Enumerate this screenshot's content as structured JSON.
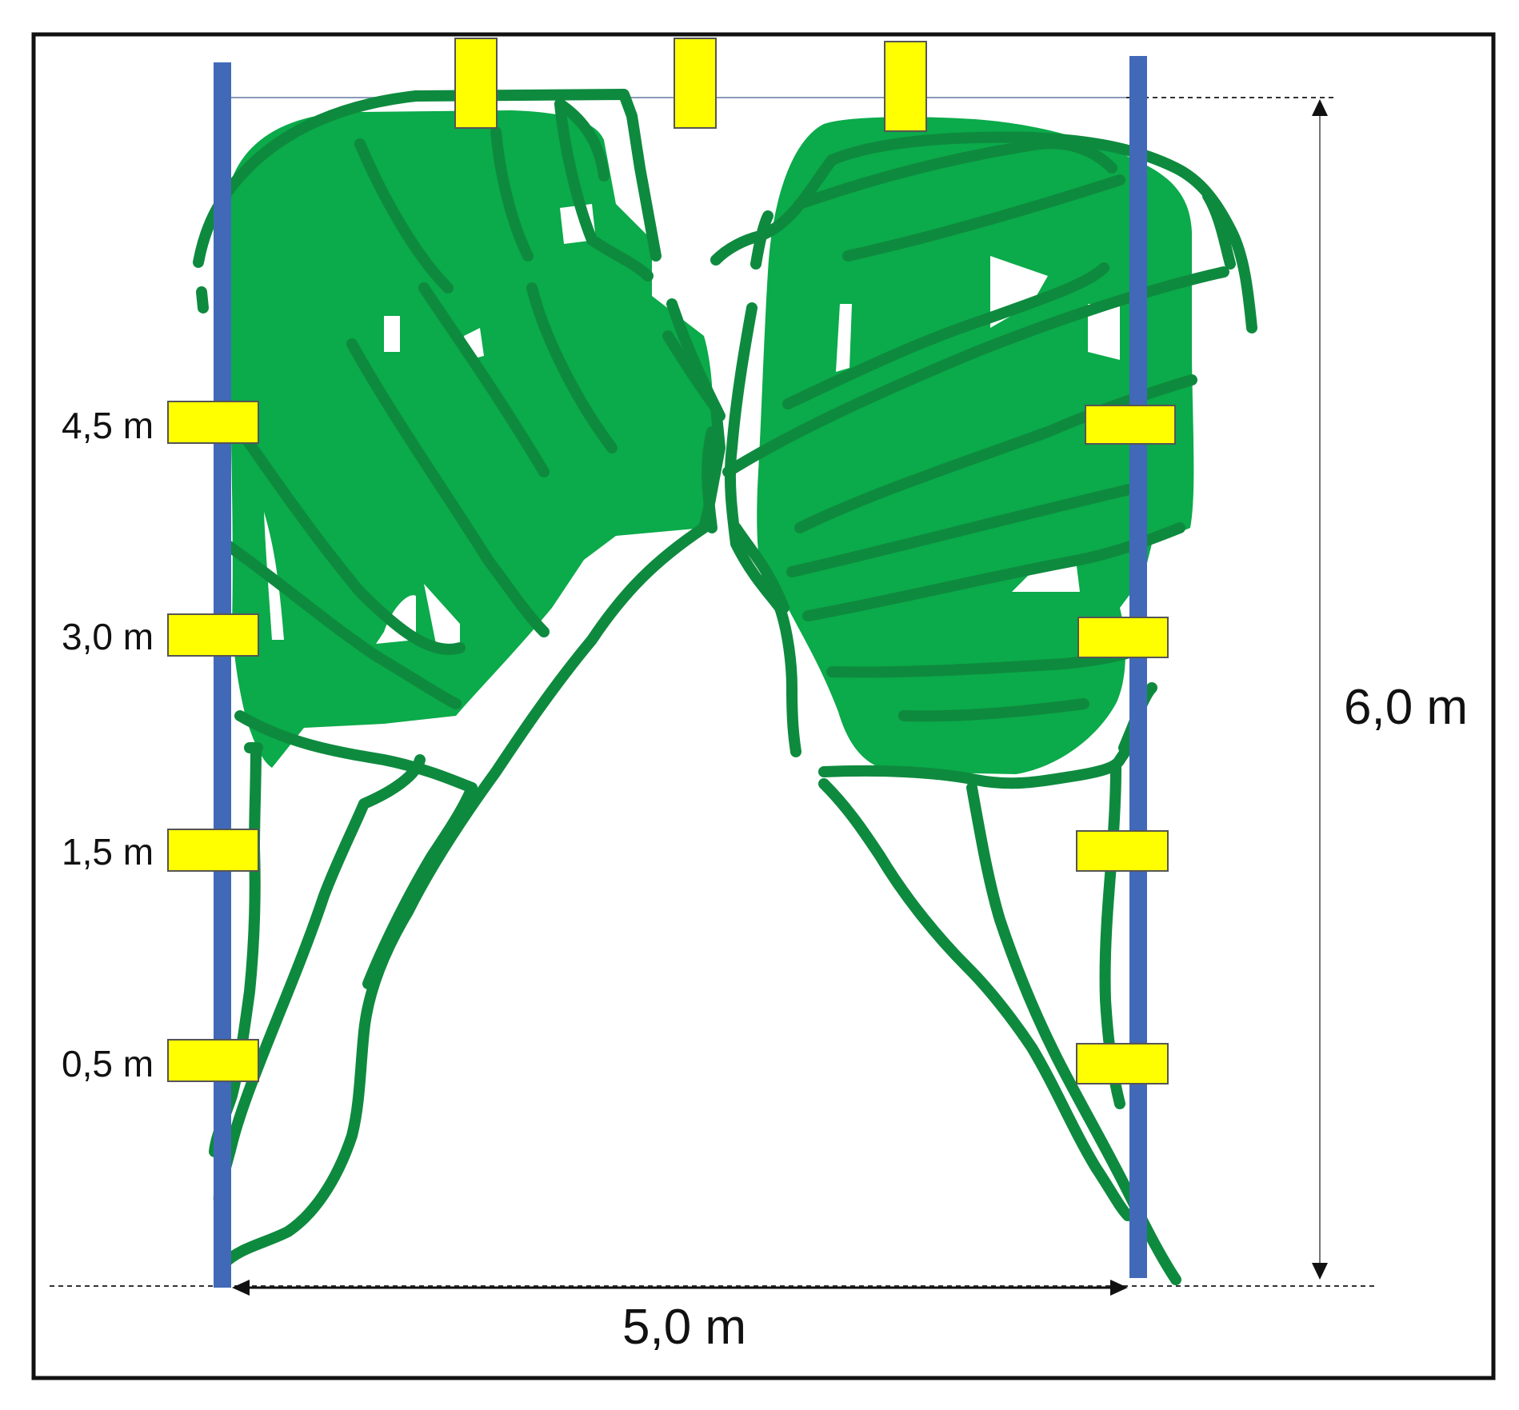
{
  "colors": {
    "frame": "#111111",
    "post": "#4169B8",
    "marker_fill": "#FFFF00",
    "marker_stroke": "#555555",
    "canopy_fill": "#0BAA4A",
    "branch_stroke": "#0E8A3E",
    "dimension_line": "#777777",
    "guide_dash": "#333333"
  },
  "height_labels": {
    "h45": "4,5 m",
    "h30": "3,0 m",
    "h15": "1,5 m",
    "h05": "0,5 m"
  },
  "dimensions": {
    "height": "6,0 m",
    "width": "5,0 m"
  }
}
